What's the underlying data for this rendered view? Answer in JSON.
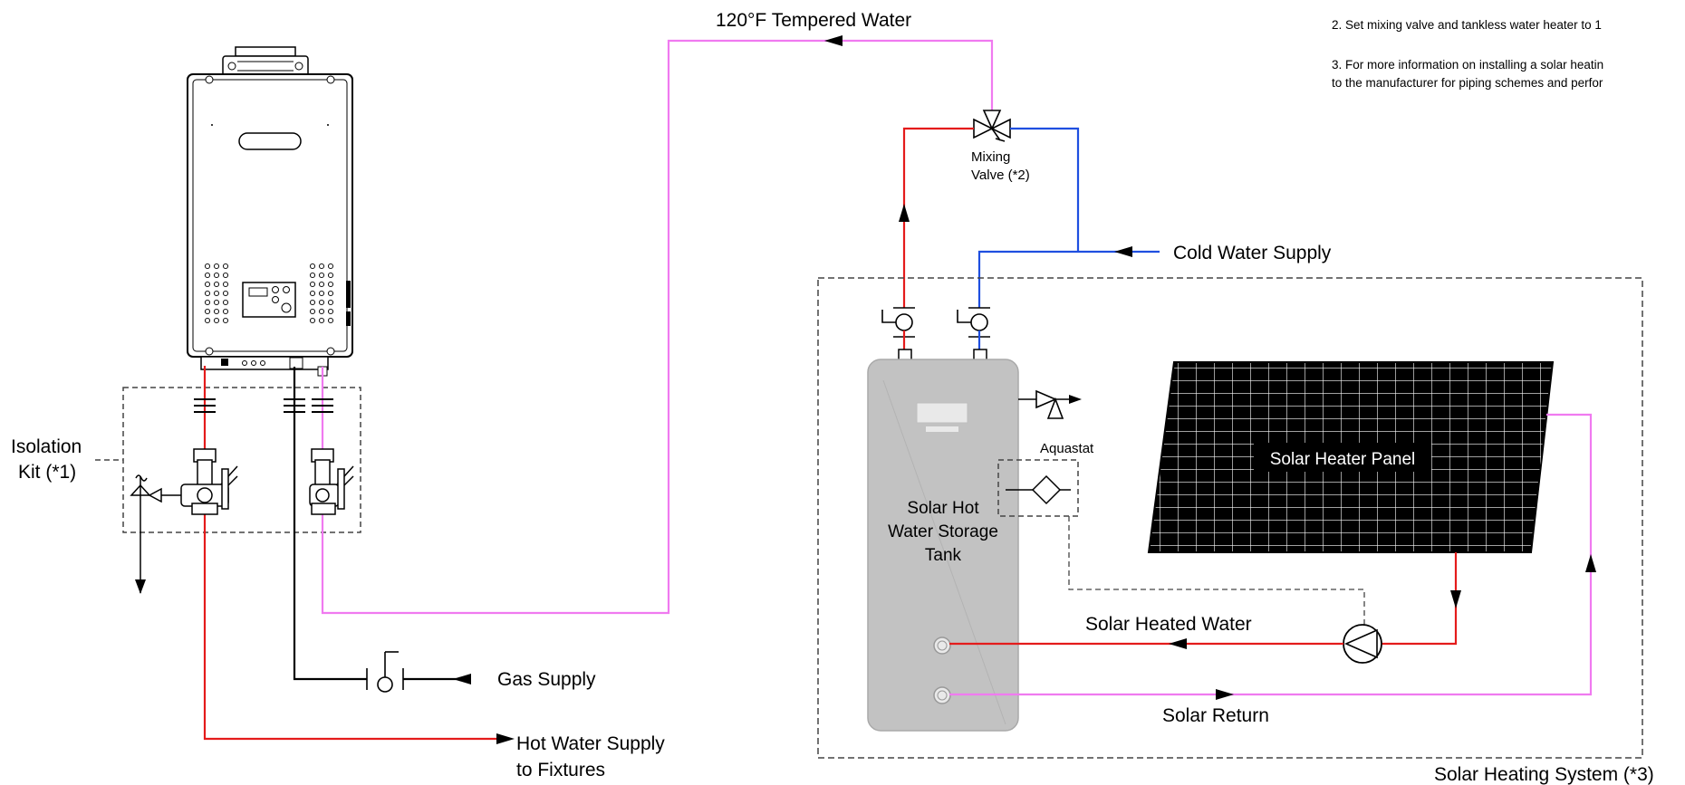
{
  "labels": {
    "tempered_water": "120°F Tempered Water",
    "mixing_valve_line1": "Mixing",
    "mixing_valve_line2": "Valve (*2)",
    "cold_water_supply": "Cold Water Supply",
    "isolation_kit_line1": "Isolation",
    "isolation_kit_line2": "Kit (*1)",
    "gas_supply": "Gas Supply",
    "hot_water_line1": "Hot Water Supply",
    "hot_water_line2": "to Fixtures",
    "tank_line1": "Solar Hot",
    "tank_line2": "Water Storage",
    "tank_line3": "Tank",
    "aquastat": "Aquastat",
    "solar_panel": "Solar Heater Panel",
    "solar_heated_water": "Solar Heated Water",
    "solar_return": "Solar Return",
    "solar_system": "Solar Heating System (*3)"
  },
  "notes": {
    "note2": "2. Set mixing valve and tankless water heater to 1",
    "note3_line1": "3. For more information on installing a solar heatin",
    "note3_line2": "to the manufacturer for piping schemes and perfor"
  },
  "colors": {
    "hot": "#e41b1b",
    "cold": "#1f4fe0",
    "tempered": "#f07af0",
    "gas": "#000000",
    "tank": "#c2c2c2",
    "dashed": "#444444"
  }
}
